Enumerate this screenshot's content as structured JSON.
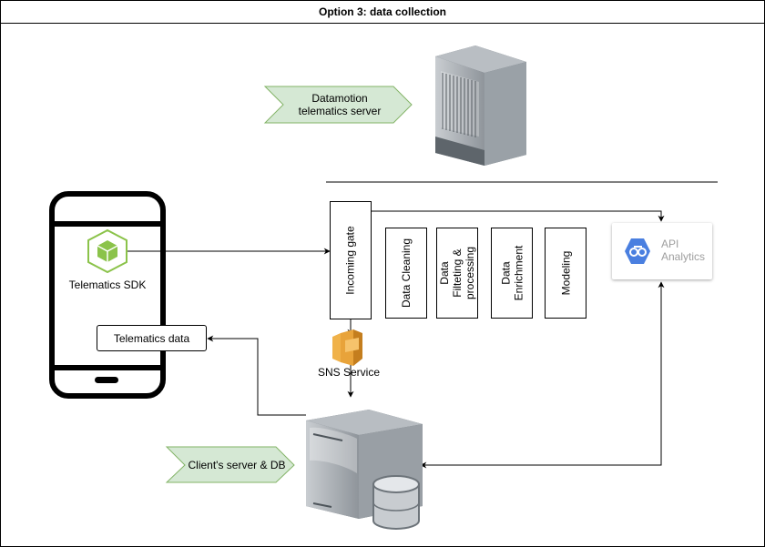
{
  "title": "Option 3: data collection",
  "nodes": {
    "datamotion_server": "Datamotion telematics server",
    "telematics_sdk": "Telematics SDK",
    "telematics_data": "Telematics data",
    "incoming_gate": "Incoming gate",
    "data_cleaning": "Data Cleaning",
    "data_filtering": "Data Filteting & processing",
    "data_enrichment": "Data Enrichment",
    "modeling": "Modeling",
    "api_analytics": "API Analytics",
    "sns_service": "SNS Service",
    "client_server": "Client's server & DB"
  },
  "edges": [
    {
      "from": "telematics_sdk",
      "to": "incoming_gate"
    },
    {
      "from": "incoming_gate",
      "to": "api_analytics"
    },
    {
      "from": "incoming_gate",
      "to": "sns_service"
    },
    {
      "from": "sns_service",
      "to": "client_server"
    },
    {
      "from": "client_server",
      "to": "telematics_data"
    },
    {
      "from": "api_analytics",
      "to": "client_server",
      "bidirectional": true
    }
  ],
  "colors": {
    "callout_fill": "#d5e8d4",
    "callout_stroke": "#82b366",
    "sdk_icon": "#8bc34a",
    "api_icon": "#4a7fe0",
    "sns_icon": "#e8a33a"
  },
  "icons": {
    "datamotion_server": "server-tower-icon",
    "client_server": "server-with-database-icon",
    "phone": "smartphone-icon",
    "sdk": "android-cube-icon",
    "api": "google-api-icon",
    "sns": "aws-sns-icon"
  }
}
